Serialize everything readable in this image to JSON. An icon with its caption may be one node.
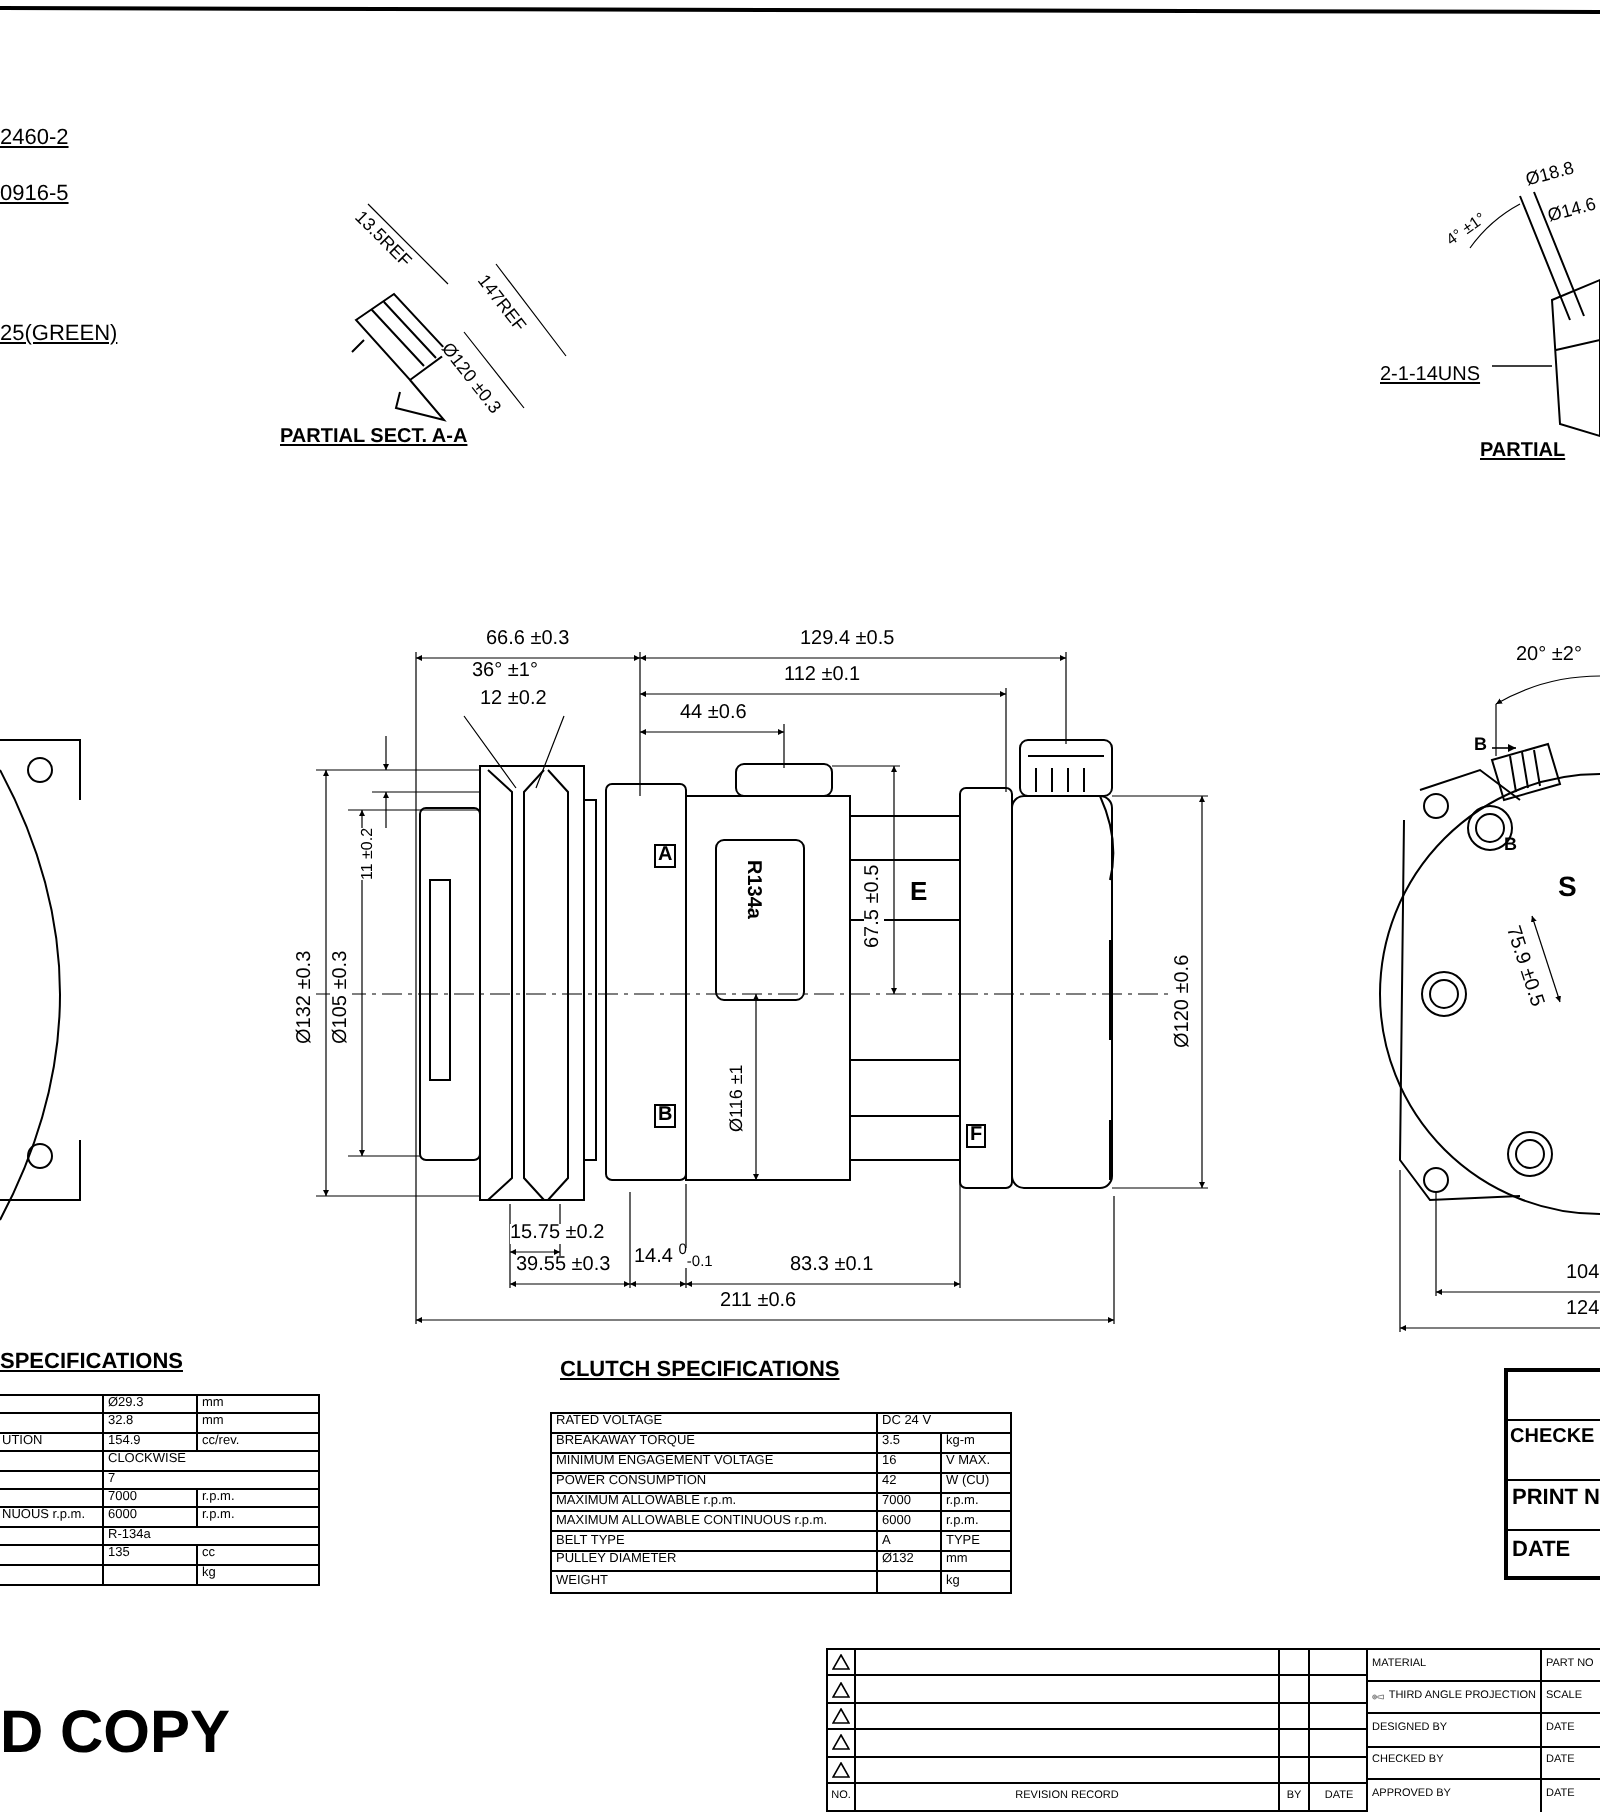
{
  "diagram": {
    "nodes": [
      {
        "text": [
          "2-1-14UNS"
        ]
      },
      {
        "text": [],
        "shape": "picture"
      }
    ],
    "edges": [
      {
        "from": 0,
        "to": 1,
        "arrow": "none"
      }
    ],
    "labels": [
      "2460-2",
      "0916-5",
      "25(GREEN)",
      "13.5REF",
      "147REF",
      "Ø120 ±0.3",
      "PARTIAL SECT. A-A",
      "4° ±1°",
      "Ø18.8",
      "Ø14.6",
      "PARTIAL",
      "66.6 ±0.3",
      "36° ±1°",
      "12 ±0.2",
      "129.4 ±0.5",
      "112 ±0.1",
      "44 ±0.6",
      "11 ±0.2",
      "Ø132 ±0.3",
      "Ø105 ±0.3",
      "A",
      "R134a",
      "67.5 ±0.5",
      "E",
      "Ø116 ±1",
      "B",
      "F",
      "Ø120 ±0.6",
      "15.75 ±0.2",
      "39.55 ±0.3",
      "14.4 $^{0}$$_{-0.1}$",
      "83.3 ±0.1",
      "211 ±0.6",
      "20° ±2°",
      "B",
      "B",
      "S",
      "75.9 ±0.5",
      "104",
      "124",
      "SPECIFICATIONS",
      "Ø29.3",
      "mm",
      "32.8",
      "mm",
      "UTION",
      "154.9",
      "cc/rev.",
      "CLOCKWISE",
      "7",
      "7000",
      "r.p.m.",
      "NUOUS r.p.m.",
      "6000",
      "r.p.m.",
      "R-134a",
      "135",
      "cc",
      "kg",
      "CLUTCH SPECIFICATIONS",
      "RATED VOLTAGE",
      "DC 24 V",
      "BREAKAWAY TORQUE",
      "3.5",
      "kg-m",
      "MINIMUM ENGAGEMENT VOLTAGE",
      "16",
      "V MAX.",
      "POWER CONSUMPTION",
      "42",
      "W (CU)",
      "MAXIMUM ALLOWABLE r.p.m.",
      "7000",
      "r.p.m.",
      "MAXIMUM ALLOWABLE CONTINUOUS r.p.m.",
      "6000",
      "r.p.m.",
      "BELT TYPE",
      "A",
      "TYPE",
      "PULLEY DIAMETER",
      "Ø132",
      "mm",
      "WEIGHT",
      "kg",
      "CHECKE",
      "PRINT N",
      "DATE",
      "D COPY",
      "MATERIAL",
      "PART NO",
      "THIRD ANGLE PROJECTION",
      "SCALE",
      "DESIGNED BY",
      "DATE",
      "CHECKED BY",
      "DATE",
      "NO.",
      "REVISION RECORD",
      "BY",
      "DATE",
      "APPROVED BY",
      "DATE"
    ]
  }
}
